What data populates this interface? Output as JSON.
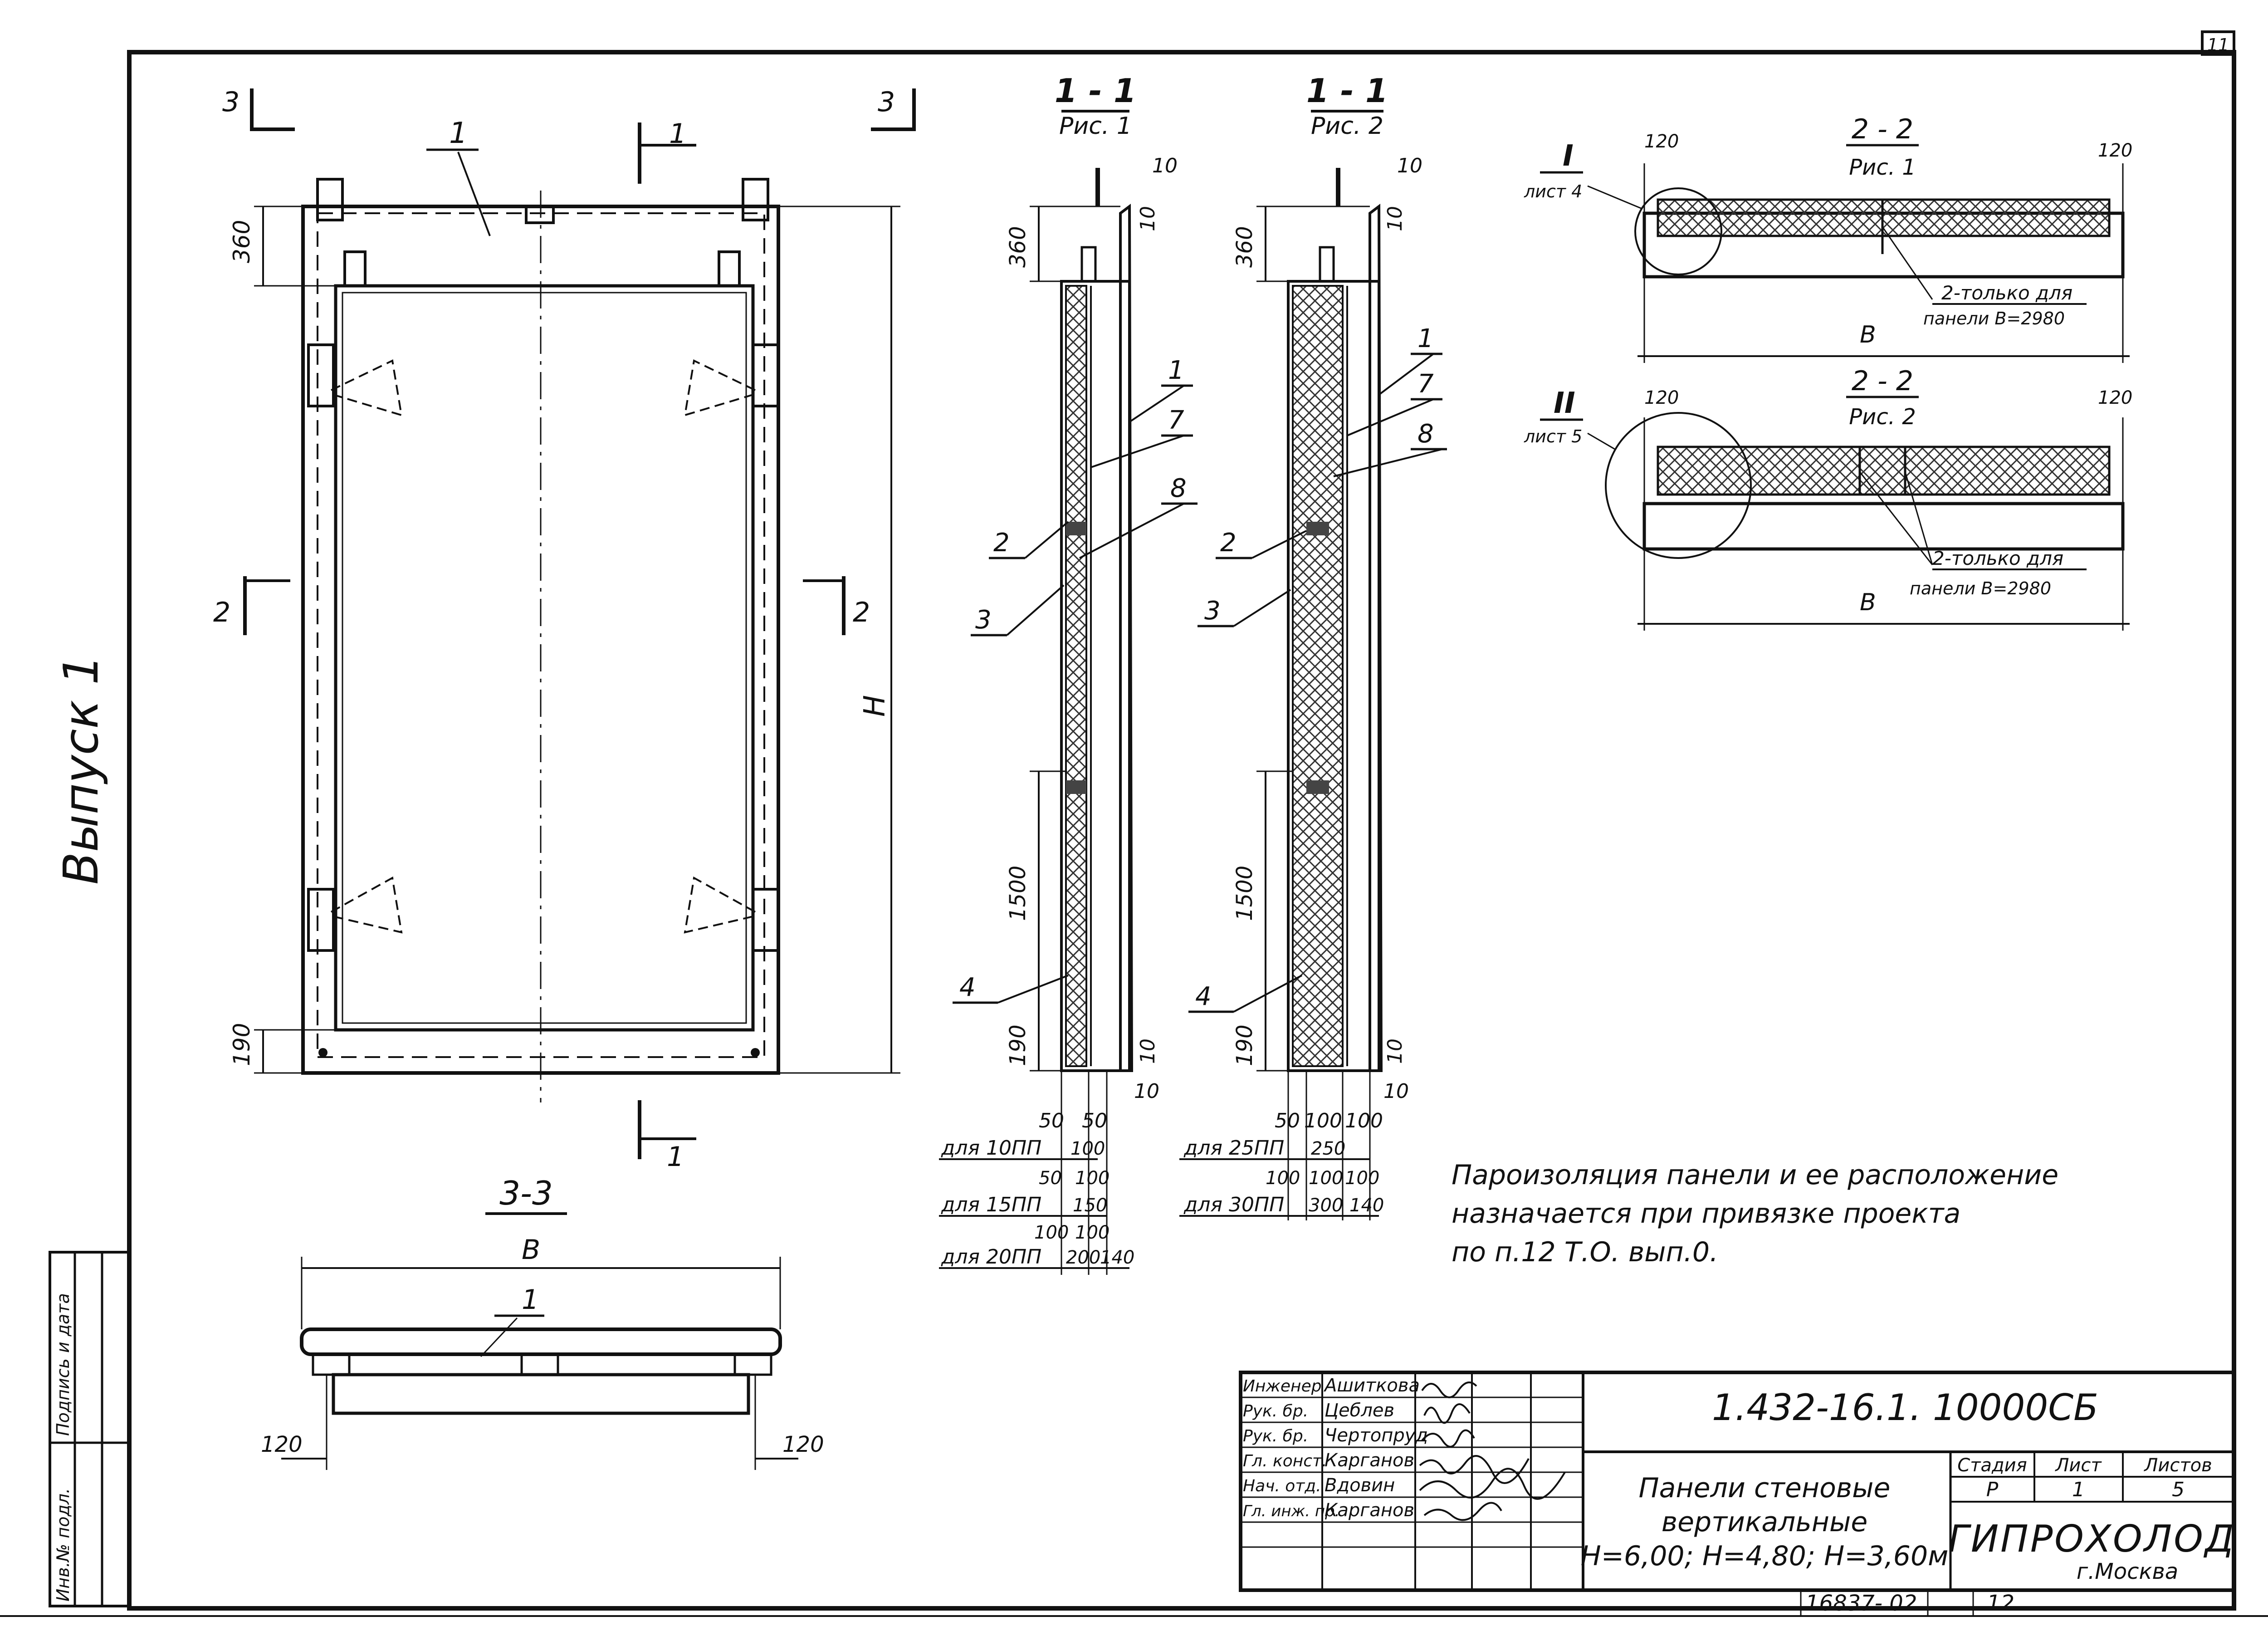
{
  "sheet_number_corner": "11",
  "vertical_issue": "Выпуск 1",
  "left_strip": [
    "Инв.№ подл.",
    "Подпись и дата"
  ],
  "elevation": {
    "section_marks": [
      "3",
      "3",
      "1",
      "1",
      "2",
      "2"
    ],
    "position_label": "1",
    "dims": {
      "top": "360",
      "bottom": "190",
      "height": "H"
    }
  },
  "section_1_1_fig1": {
    "title": "1 - 1",
    "subtitle": "Рис. 1",
    "dims": [
      "10",
      "10",
      "360",
      "1500",
      "190",
      "10",
      "10",
      "50",
      "50"
    ],
    "callouts": [
      "1",
      "7",
      "8",
      "2",
      "3",
      "4"
    ],
    "thickness_table": [
      {
        "label": "для 10ПП",
        "dims": [
          "100"
        ]
      },
      {
        "label": "для 15ПП",
        "dims": [
          "50",
          "100",
          "150"
        ]
      },
      {
        "label": "для 20ПП",
        "dims": [
          "100",
          "100",
          "200",
          "140"
        ]
      }
    ]
  },
  "section_1_1_fig2": {
    "title": "1 - 1",
    "subtitle": "Рис. 2",
    "dims": [
      "10",
      "10",
      "360",
      "1500",
      "190",
      "10",
      "10",
      "50",
      "100",
      "100"
    ],
    "callouts": [
      "1",
      "7",
      "8",
      "2",
      "3",
      "4"
    ],
    "thickness_table": [
      {
        "label": "для 25ПП",
        "dims": [
          "250"
        ]
      },
      {
        "label": "для 30ПП",
        "dims": [
          "100",
          "100",
          "100",
          "300",
          "140"
        ]
      }
    ]
  },
  "section_2_2_fig1": {
    "title": "2 - 2",
    "subtitle": "Рис. 1",
    "node_mark": "I",
    "node_sheet": "лист 4",
    "dims": [
      "120",
      "120",
      "B"
    ],
    "note_lines": [
      "2-только для",
      "панели B=2980"
    ]
  },
  "section_2_2_fig2": {
    "title": "2 - 2",
    "subtitle": "Рис. 2",
    "node_mark": "II",
    "node_sheet": "лист 5",
    "dims": [
      "120",
      "120",
      "B"
    ],
    "note_lines": [
      "2-только для",
      "панели B=2980"
    ]
  },
  "section_3_3": {
    "title": "3-3",
    "dims": [
      "B",
      "120",
      "120"
    ],
    "callout": "1"
  },
  "note_lines": [
    "Пароизоляция панели и ее расположение",
    "назначается при привязке проекта",
    "по п.12 Т.О. вып.0."
  ],
  "title_block": {
    "code": "1.432-16.1. 10000СБ",
    "title_lines": [
      "Панели стеновые",
      "вертикальные",
      "H=6,00; H=4,80; H=3,60м"
    ],
    "stage_headers": [
      "Стадия",
      "Лист",
      "Листов"
    ],
    "stage_values": [
      "Р",
      "1",
      "5"
    ],
    "org": "ГИПРОХОЛОД",
    "city": "г.Москва",
    "staff": [
      {
        "role": "Инженер",
        "name": "Ашиткова"
      },
      {
        "role": "Рук. бр.",
        "name": "Цеблев"
      },
      {
        "role": "Рук. бр.",
        "name": "Чертопруд"
      },
      {
        "role": "Гл. конст.",
        "name": "Карганов"
      },
      {
        "role": "Нач. отд.",
        "name": "Вдовин"
      },
      {
        "role": "Гл. инж. пр.",
        "name": "Карганов"
      }
    ],
    "bottom_number": "16837- 02",
    "bottom_page": "12"
  }
}
